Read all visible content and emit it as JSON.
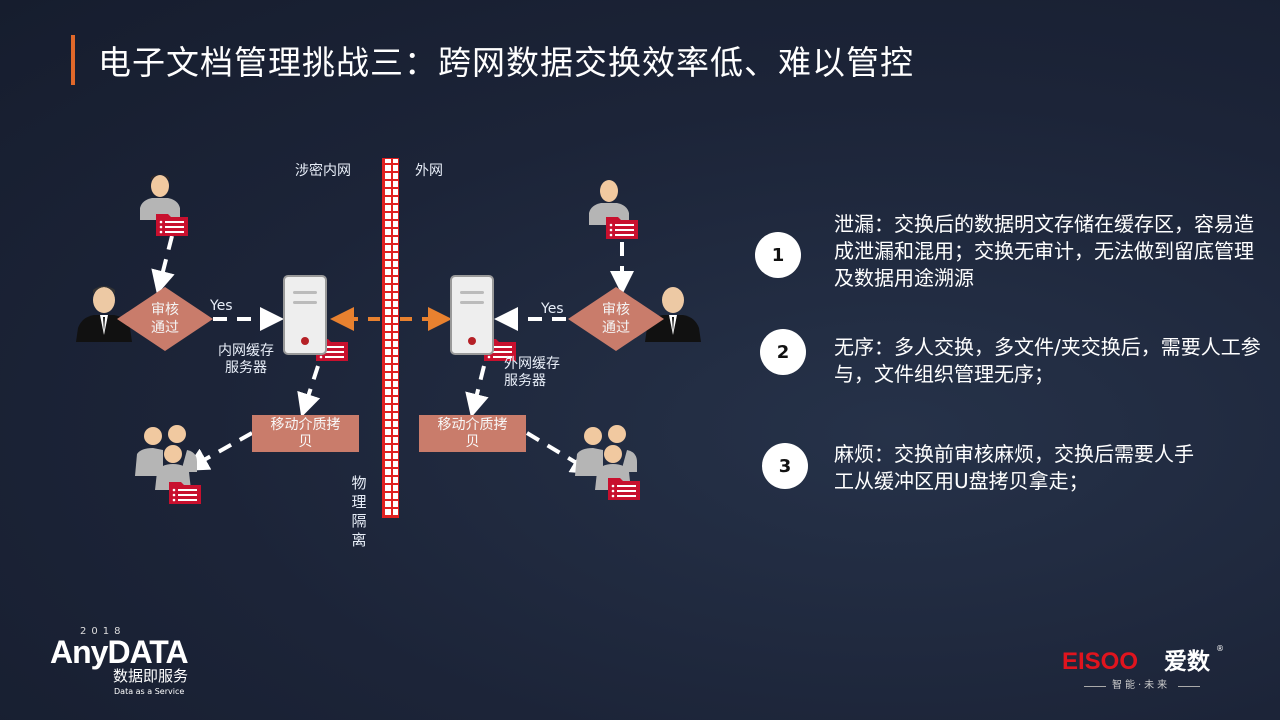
{
  "title": "电子文档管理挑战三：跨网数据交换效率低、难以管控",
  "diagram": {
    "inner_label": "涉密内网",
    "outer_label": "外网",
    "isolation_label": "物理隔离",
    "review_label_left": "审核\n通过",
    "review_label_right": "审核\n通过",
    "yes_left": "Yes",
    "yes_right": "Yes",
    "inner_server": "内网缓存\n服务器",
    "outer_server": "外网缓存\n服务器",
    "copy_left": "移动介质拷\n贝",
    "copy_right": "移动介质拷\n贝"
  },
  "points": [
    {
      "num": "1",
      "text": "泄漏：交换后的数据明文存储在缓存区，容易造成泄漏和混用；交换无审计，无法做到留底管理及数据用途溯源"
    },
    {
      "num": "2",
      "text": "无序：多人交换，多文件/夹交换后，需要人工参与，文件组织管理无序；"
    },
    {
      "num": "3",
      "text": "麻烦：交换前审核麻烦，交换后需要人手工从缓冲区用U盘拷贝拿走；"
    }
  ],
  "logos": {
    "anydata_year": "2018",
    "anydata_name": "AnyDATA",
    "anydata_cn": "数据即服务",
    "anydata_en": "Data as a Service",
    "eisoo_name": "EISOO",
    "eisoo_cn": "爱数",
    "eisoo_slogan": "智能·未来"
  },
  "colors": {
    "accent": "#e0682a",
    "diamond": "#c97c6b",
    "folder": "#c8102e"
  }
}
